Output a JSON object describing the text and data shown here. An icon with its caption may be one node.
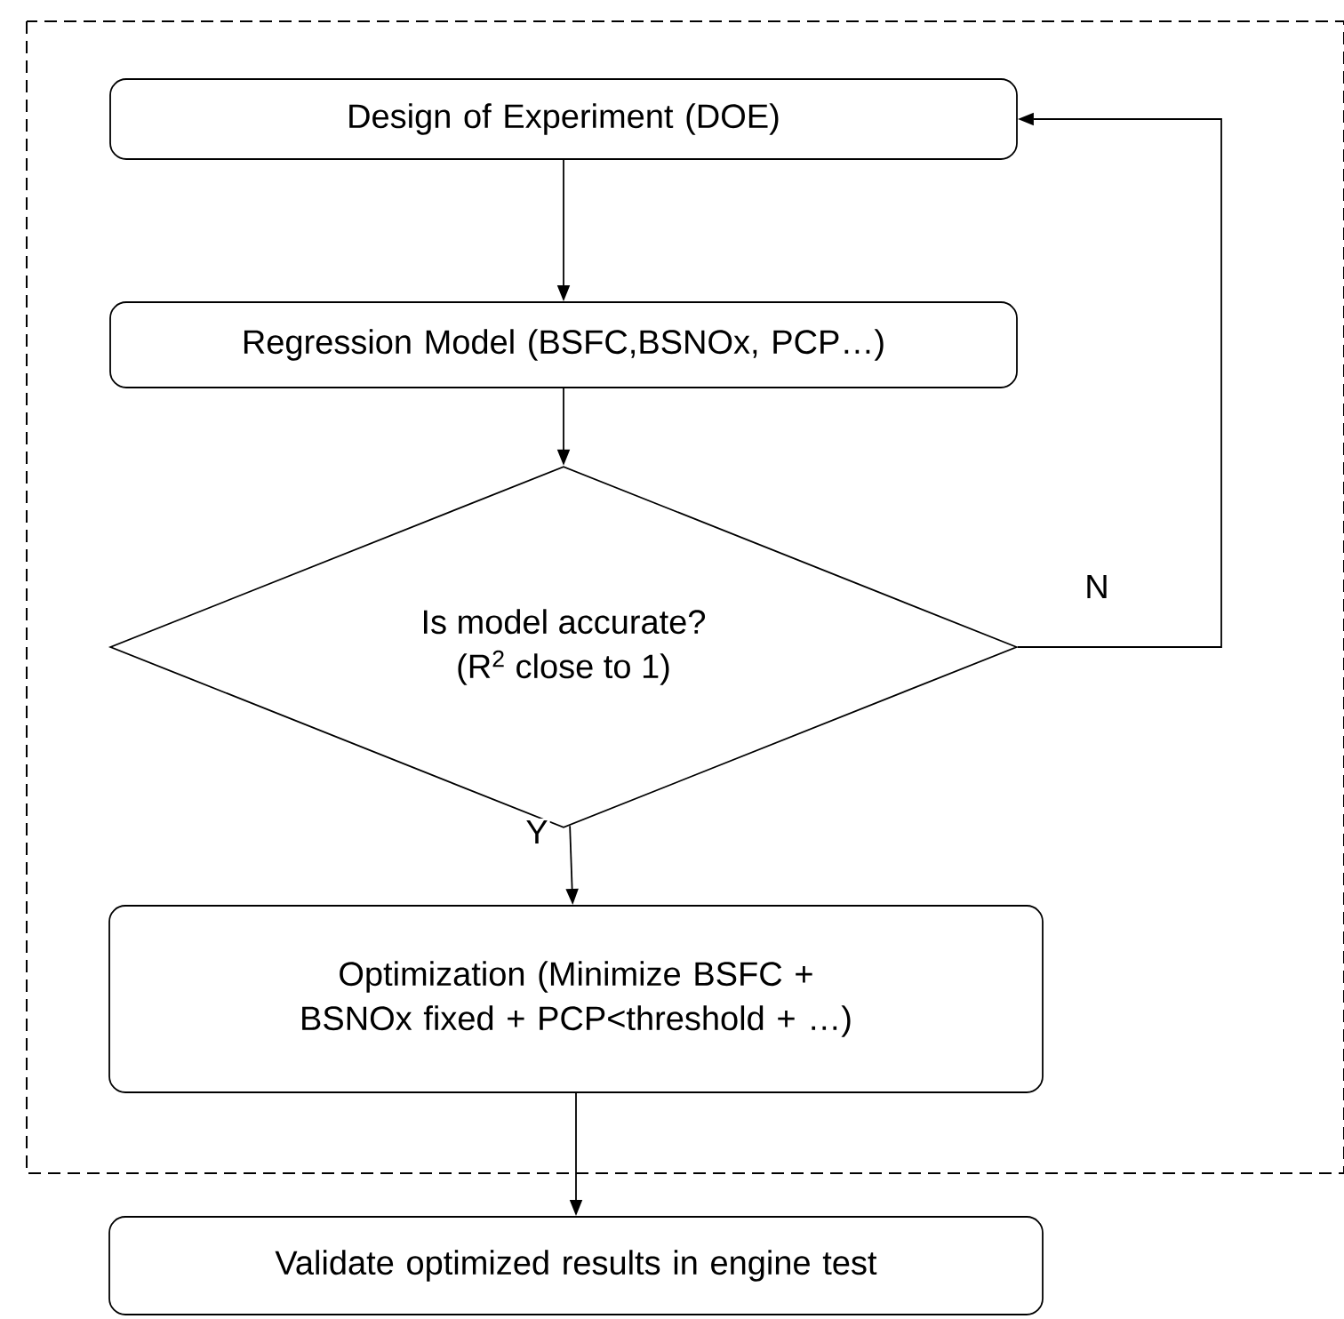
{
  "diagram": {
    "nodes": [
      {
        "text": [
          "Design of Experiment (DOE)"
        ]
      },
      {
        "text": [
          "Regression Model (BSFC,BSNOx, PCP…)"
        ]
      },
      {
        "text": [
          "Is model accurate?",
          "(R$^{2}$ close to 1)"
        ]
      },
      {
        "text": [
          "Optimization (Minimize BSFC + BSNOx fixed + PCP<threshold + …)"
        ]
      },
      {
        "text": [
          "Validate optimized results in engine test"
        ]
      }
    ],
    "edges": [
      {
        "from": 0,
        "to": 1,
        "arrow": "to"
      },
      {
        "from": 1,
        "to": 2,
        "arrow": "to"
      },
      {
        "from": 2,
        "to": 3,
        "arrow": "to",
        "label": "Y"
      },
      {
        "from": 2,
        "to": 0,
        "arrow": "to",
        "label": "N"
      },
      {
        "from": 3,
        "to": 4,
        "arrow": "to"
      }
    ]
  }
}
